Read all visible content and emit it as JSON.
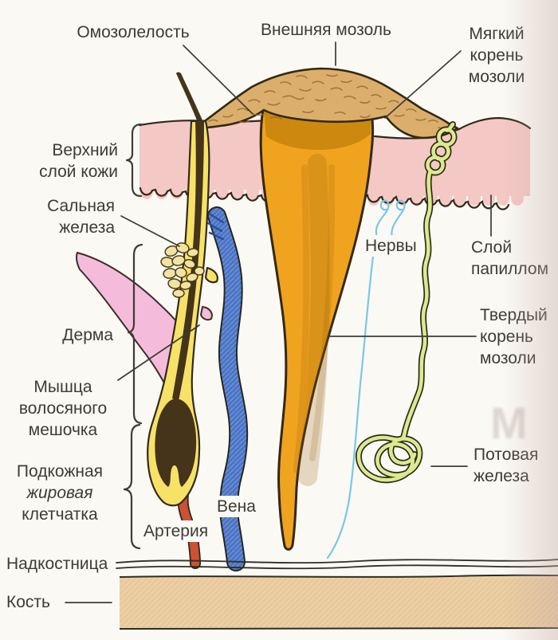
{
  "labels": {
    "callosity": "Омозолелость",
    "external_callus": "Внешняя мозоль",
    "soft_root": {
      "l1": "Мягкий",
      "l2": "корень",
      "l3": "мозоли"
    },
    "upper_skin": {
      "l1": "Верхний",
      "l2": "слой кожи"
    },
    "sebaceous": {
      "l1": "Сальная",
      "l2": "железа"
    },
    "derma": "Дерма",
    "hair_muscle": {
      "l1": "Мышца",
      "l2": "волосяного",
      "l3": "мешочка"
    },
    "subcutaneous": {
      "l1": "Подкожная",
      "l2": "жировая",
      "l3": "клетчатка"
    },
    "artery": "Артерия",
    "vein": "Вена",
    "periosteum": "Надкостница",
    "bone": "Кость",
    "nerves": "Нервы",
    "papillae_layer": {
      "l1": "Слой",
      "l2": "папиллом"
    },
    "hard_root": {
      "l1": "Твердый",
      "l2": "корень",
      "l3": "мозоли"
    },
    "sweat_gland": {
      "l1": "Потовая",
      "l2": "железа"
    }
  },
  "ghost_text": "М",
  "colors": {
    "background": "#fbf9f4",
    "epidermis": "#f4c8c4",
    "callus_mound": "#dcae6b",
    "callus_root": "#efa31f",
    "callus_root_cap": "#c9860e",
    "follicle": "#f7e268",
    "hair": "#45341a",
    "sebaceous": "#f2e3a2",
    "muscle": "#f4bcda",
    "vein": "#4a74c5",
    "vein_dark": "#2a4c9a",
    "artery": "#cd5134",
    "sweat": "#dde98f",
    "nerve": "#79c7e8",
    "bone": "#eccfa2",
    "label_text": "#3c3b38"
  }
}
